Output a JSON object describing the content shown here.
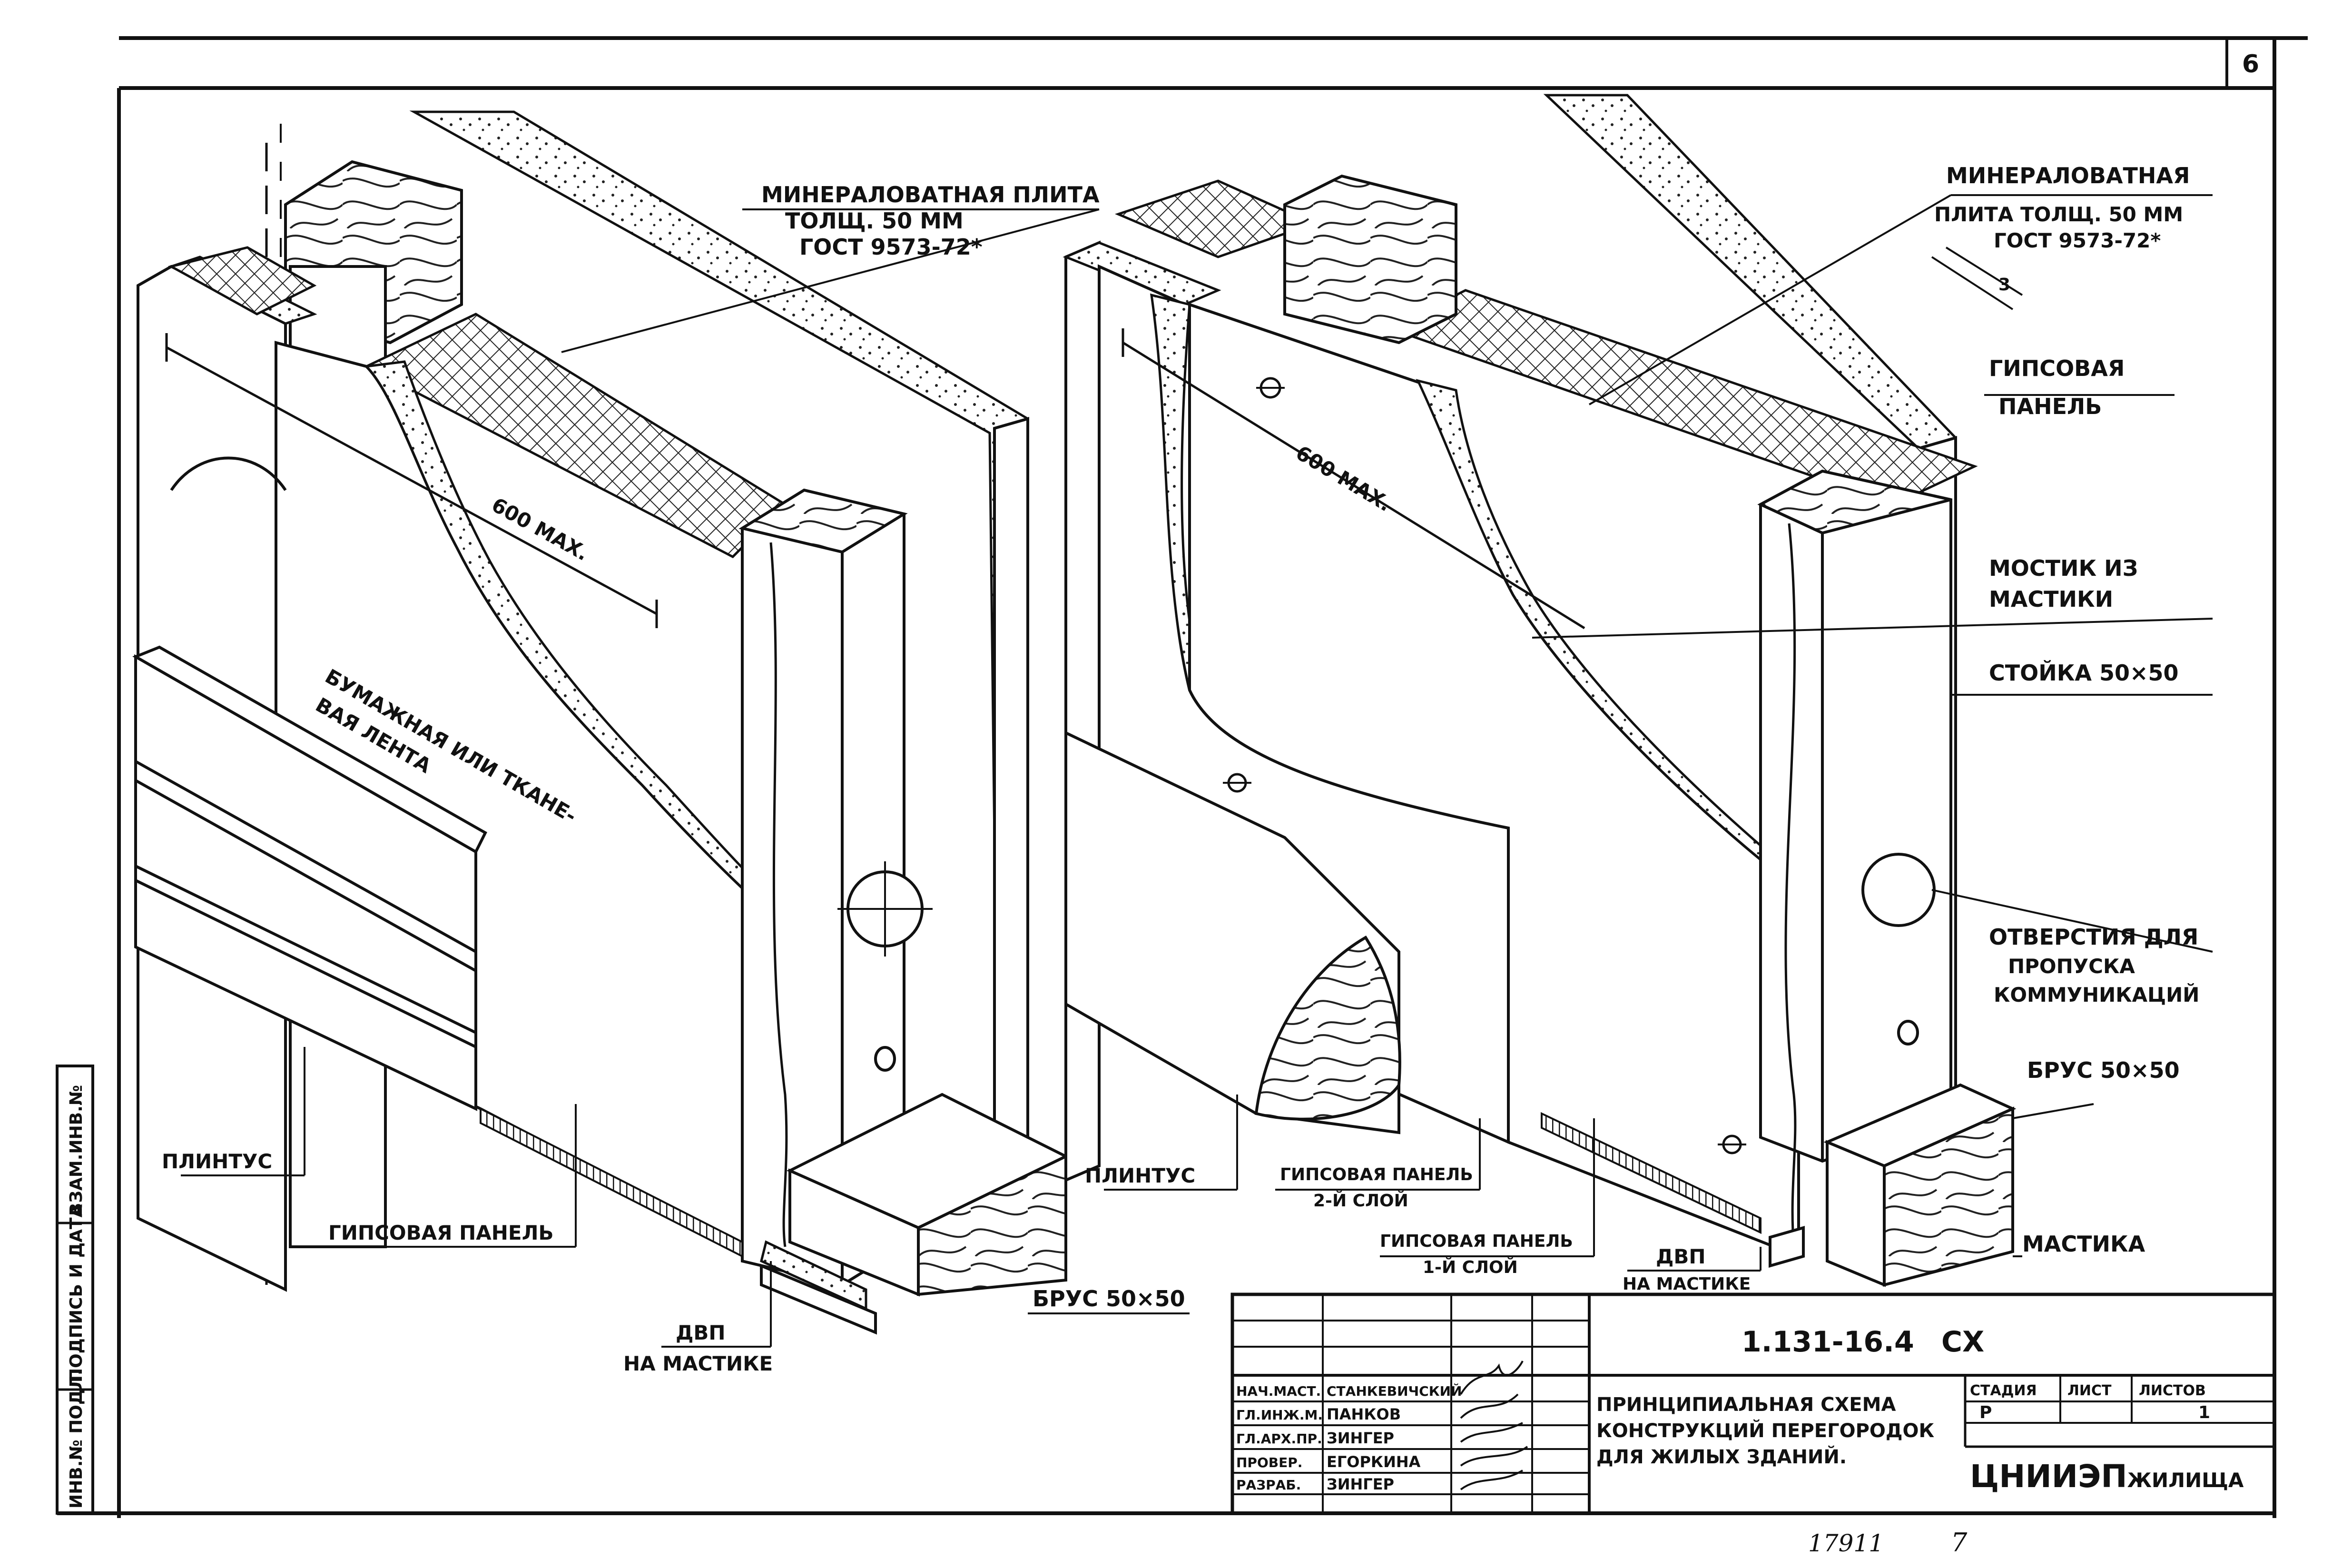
{
  "sheet_number": "6",
  "left_figure": {
    "insulation_label": [
      "МИНЕРАЛОВАТНАЯ ПЛИТА",
      "ТОЛЩ. 50 ММ",
      "ГОСТ 9573-72*"
    ],
    "spacing_label": "600 МАХ.",
    "tape_label": [
      "БУМАЖНАЯ ИЛИ ТКАНЕ-",
      "ВАЯ ЛЕНТА"
    ],
    "baseboard_label": "ПЛИНТУС",
    "gypsum_label": "ГИПСОВАЯ ПАНЕЛЬ",
    "avp_label": [
      "ДВП",
      "НА МАСТИКЕ"
    ],
    "beam_label": "БРУС 50×50"
  },
  "right_figure": {
    "insulation_label": [
      "МИНЕРАЛОВАТНАЯ",
      "ПЛИТА ТОЛЩ. 50 ММ",
      "ГОСТ 9573-72*"
    ],
    "dimension_label": "3",
    "spacing_label": "600 МАХ.",
    "gypsum_label": [
      "ГИПСОВАЯ",
      "ПАНЕЛЬ"
    ],
    "bridge_label": [
      "МОСТИК ИЗ",
      "МАСТИКИ"
    ],
    "post_label": "СТОЙКА 50×50",
    "holes_label": [
      "ОТВЕРСТИЯ ДЛЯ",
      "ПРОПУСКА",
      "КОММУНИКАЦИЙ"
    ],
    "beam_label": "БРУС 50×50",
    "mastic_label": "МАСТИКА",
    "baseboard_label": "ПЛИНТУС",
    "gypsum_layer2_label": [
      "ГИПСОВАЯ ПАНЕЛЬ",
      "2-Й СЛОЙ"
    ],
    "gypsum_layer1_label": [
      "ГИПСОВАЯ ПАНЕЛЬ",
      "1-Й СЛОЙ"
    ],
    "avp_label": [
      "ДВП",
      "НА МАСТИКЕ"
    ]
  },
  "title_block": {
    "document_code": "1.131-16.4",
    "suffix": "СХ",
    "title": [
      "ПРИНЦИПИАЛЬНАЯ СХЕМА",
      "КОНСТРУКЦИЙ ПЕРЕГОРОДОК",
      "ДЛЯ ЖИЛЫХ ЗДАНИЙ."
    ],
    "stage_header": "СТАДИЯ",
    "sheet_header": "ЛИСТ",
    "sheets_header": "ЛИСТОВ",
    "stage_value": "Р",
    "sheets_value": "1",
    "organization": "ЦНИИЭП",
    "organization_suffix": "ЖИЛИЩА",
    "people": [
      {
        "role": "НАЧ.МАСТ.",
        "name": "СТАНКЕВИЧСКИЙ"
      },
      {
        "role": "ГЛ.ИНЖ.М.",
        "name": "ПАНКОВ"
      },
      {
        "role": "ГЛ.АРХ.ПР.",
        "name": "ЗИНГЕР"
      },
      {
        "role": "ПРОВЕР.",
        "name": "ЕГОРКИНА"
      },
      {
        "role": "РАЗРАБ.",
        "name": "ЗИНГЕР"
      }
    ]
  },
  "side_stamp": [
    "ИНВ.№ ПОДЛ.",
    "ПОДПИСЬ И ДАТА",
    "ВЗАМ.ИНВ.№"
  ],
  "bottom_note": [
    "17911",
    "7"
  ]
}
